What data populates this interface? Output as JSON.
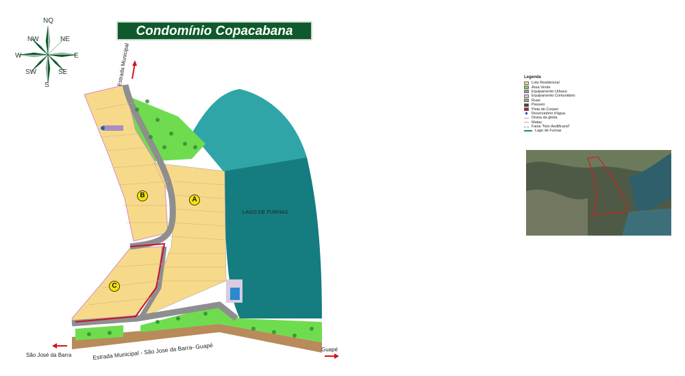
{
  "title": "Condomínio Copacabana",
  "compass": {
    "n": "NQ",
    "ne": "NE",
    "e": "E",
    "se": "SE",
    "s": "S",
    "sw": "SW",
    "w": "W",
    "nw": "NW"
  },
  "roads": {
    "north": "Estrada Municipal",
    "south": "Estrada Municipal - São Jose da Barra- Guapé",
    "west_destination": "São José da Barra",
    "east_destination": "Guapé"
  },
  "lake_label": "LAGO DE FURNAS",
  "zones": [
    "A",
    "B",
    "C"
  ],
  "legend": {
    "title": "Legenda",
    "items": [
      {
        "label": "Lote Residencial",
        "color": "#f7d98a",
        "kind": "box"
      },
      {
        "label": "Área Verde",
        "color": "#6fdc4f",
        "kind": "box"
      },
      {
        "label": "Equipamento Urbano",
        "color": "#a98fc0",
        "kind": "box"
      },
      {
        "label": "Equipamento Comunitário",
        "color": "#d9cbe0",
        "kind": "box"
      },
      {
        "label": "Ruas",
        "color": "#a7a27a",
        "kind": "box"
      },
      {
        "label": "Passeio",
        "color": "#444444",
        "kind": "box"
      },
      {
        "label": "Pista de Cooper",
        "color": "#c8102e",
        "kind": "box"
      },
      {
        "label": "Reservatório d'água",
        "color": "#2a5db0",
        "kind": "dot"
      },
      {
        "label": "Divisa da gleba",
        "color": "#d28bc0",
        "kind": "line"
      },
      {
        "label": "Matas",
        "color": "#9fbf8f",
        "kind": "line"
      },
      {
        "label": "Faixa \"Non Aedificand\"",
        "color": "#888888",
        "kind": "dash"
      },
      {
        "label": "Lago de Furnas",
        "color": "#1a8a8a",
        "kind": "wave"
      }
    ]
  },
  "colors": {
    "title_bg": "#0e5a2c",
    "lake": "#157c80",
    "lots": "#f7d98a",
    "green": "#6fdc4f",
    "road": "#8e8e8e",
    "arrow": "#d0141c",
    "dirt": "#b98a5a"
  }
}
